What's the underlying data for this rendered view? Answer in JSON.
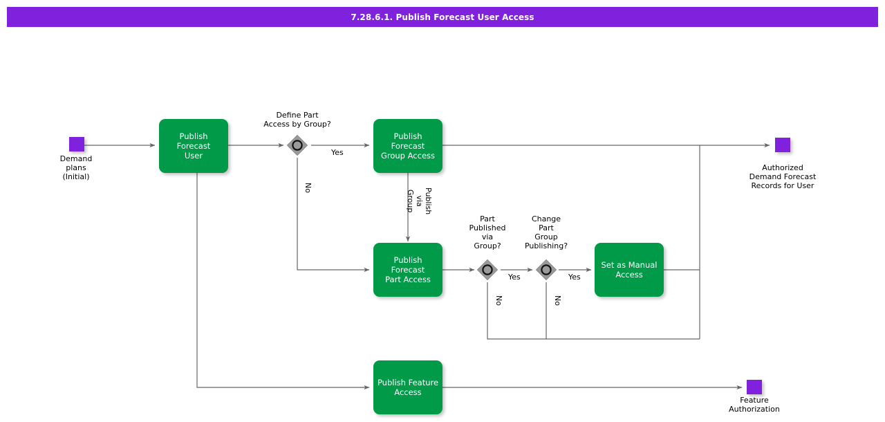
{
  "header": {
    "title": "7.28.6.1. Publish Forecast User Access",
    "bar_color": "#8022dd",
    "text_color": "#ffffff"
  },
  "theme": {
    "task_fill": "#009a49",
    "task_text": "#ffffff",
    "endpoint_fill": "#8022dd",
    "gateway_fill": "#9a9a9a",
    "edge_stroke": "#666666",
    "background": "#ffffff"
  },
  "endpoints": [
    {
      "id": "start-demand-plans",
      "label": "Demand\nplans\n(Initial)",
      "kind": "start"
    },
    {
      "id": "end-authorized-records",
      "label": "Authorized\nDemand Forecast\nRecords for User",
      "kind": "end"
    },
    {
      "id": "end-feature-authorization",
      "label": "Feature\nAuthorization",
      "kind": "end"
    }
  ],
  "tasks": [
    {
      "id": "publish-forecast-user",
      "label": "Publish Forecast\nUser"
    },
    {
      "id": "publish-forecast-group-access",
      "label": "Publish Forecast\nGroup Access"
    },
    {
      "id": "publish-forecast-part-access",
      "label": "Publish Forecast\nPart Access"
    },
    {
      "id": "set-as-manual-access",
      "label": "Set as Manual\nAccess"
    },
    {
      "id": "publish-feature-access",
      "label": "Publish Feature\nAccess"
    }
  ],
  "gateways": [
    {
      "id": "gw-define-part-access",
      "label": "Define Part\nAccess by Group?"
    },
    {
      "id": "gw-part-published",
      "label": "Part\nPublished\nvia\nGroup?"
    },
    {
      "id": "gw-change-part-group",
      "label": "Change\nPart\nGroup\nPublishing?"
    }
  ],
  "edge_labels": {
    "define_yes": "Yes",
    "define_no": "No",
    "publish_via_group": "Publish\nvia\nGroup",
    "part_published_yes": "Yes",
    "part_published_no": "No",
    "change_group_yes": "Yes",
    "change_group_no": "No"
  }
}
